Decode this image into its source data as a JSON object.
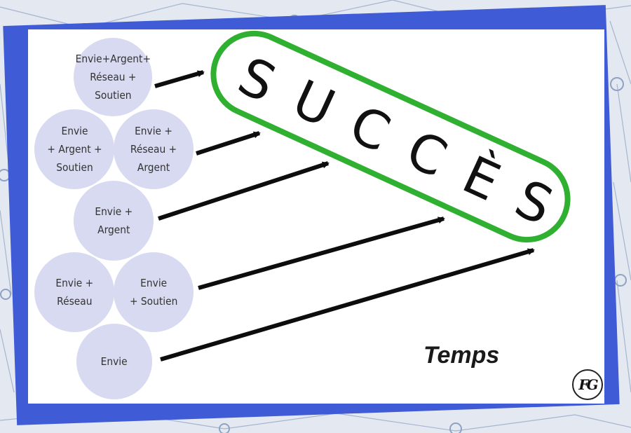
{
  "colors": {
    "card_blue": "#3f5bd6",
    "bubble": "#d7daf0",
    "success_outline": "#2fb030",
    "text": "#1a1a1a",
    "network_lines": "#9fb0cc"
  },
  "success": {
    "letters": [
      "S",
      "U",
      "C",
      "C",
      "È",
      "S"
    ]
  },
  "bubbles": [
    {
      "id": "envie-argent-reseau-soutien",
      "label": "Envie+Argent+\nRéseau +\nSoutien"
    },
    {
      "id": "envie-argent-soutien",
      "label": "Envie\n+ Argent +\nSoutien"
    },
    {
      "id": "envie-reseau-argent",
      "label": "Envie +\nRéseau +\nArgent"
    },
    {
      "id": "envie-argent",
      "label": "Envie +\nArgent"
    },
    {
      "id": "envie-reseau",
      "label": "Envie +\nRéseau"
    },
    {
      "id": "envie-soutien",
      "label": "Envie\n+ Soutien"
    },
    {
      "id": "envie",
      "label": "Envie"
    }
  ],
  "axis_label": "Temps",
  "logo": {
    "text": "FG",
    "icon": "fg-monogram-logo"
  }
}
